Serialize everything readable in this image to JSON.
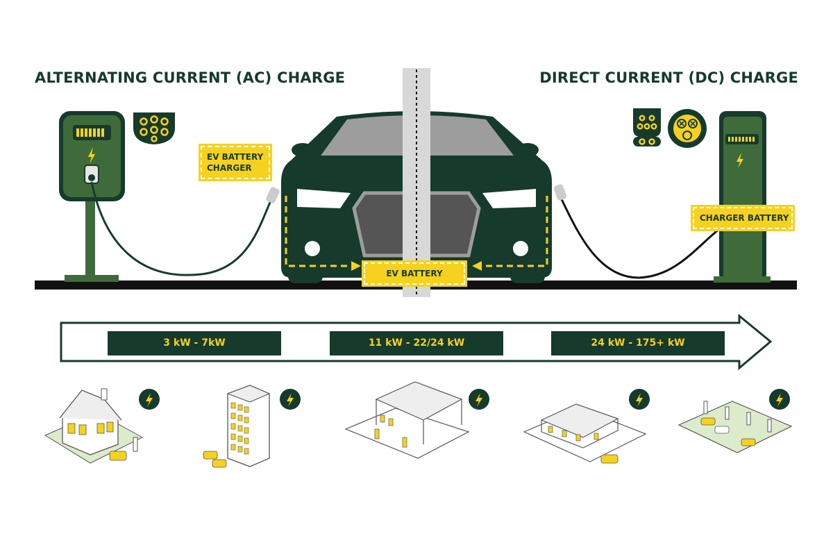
{
  "headings": {
    "ac": "ALTERNATING CURRENT (AC) CHARGE",
    "dc": "DIRECT CURRENT (DC) CHARGE"
  },
  "labels": {
    "ev_battery_charger": [
      "EV BATTERY",
      "CHARGER"
    ],
    "charger_battery": "CHARGER BATTERY",
    "ev_battery": "EV BATTERY"
  },
  "power_ranges": [
    "3 kW - 7kW",
    "11 kW - 22/24 kW",
    "24 kW - 175+ kW"
  ],
  "colors": {
    "dark_green": "#163a2c",
    "charger_green": "#3f6b3a",
    "yellow": "#f6d21e",
    "ground": "#111111"
  },
  "icons": {
    "ac_connector": "type2-connector-icon",
    "dc_connectors": [
      "ccs-connector-icon",
      "chademo-connector-icon"
    ],
    "bolt": "lightning-bolt-icon",
    "locations": [
      "house-icon",
      "apartment-building-icon",
      "commercial-parking-icon",
      "service-station-icon",
      "charging-hub-icon"
    ]
  }
}
